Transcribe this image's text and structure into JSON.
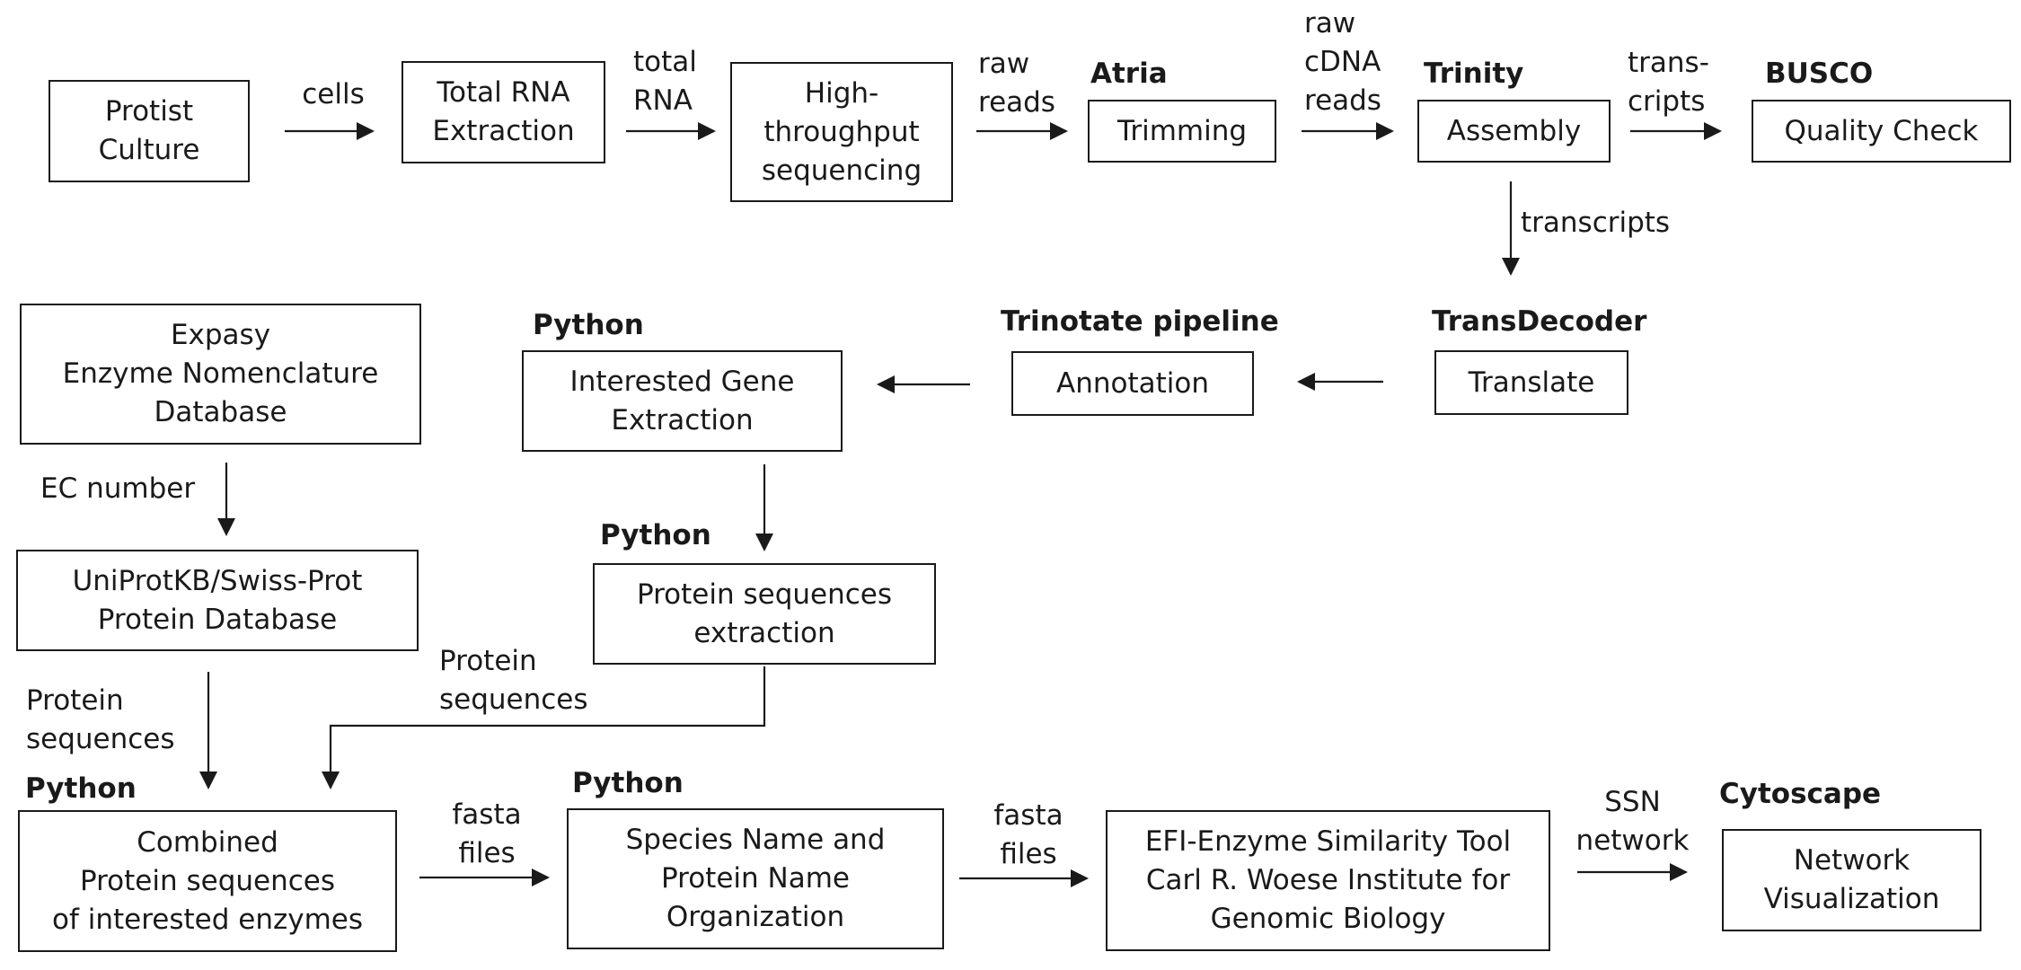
{
  "boxes": {
    "protist_culture": [
      "Protist",
      "Culture"
    ],
    "total_rna_extraction": [
      "Total RNA",
      "Extraction"
    ],
    "sequencing": [
      "High-",
      "throughput",
      "sequencing"
    ],
    "trimming": [
      "Trimming"
    ],
    "assembly": [
      "Assembly"
    ],
    "quality_check": [
      "Quality Check"
    ],
    "translate": [
      "Translate"
    ],
    "annotation": [
      "Annotation"
    ],
    "gene_extraction": [
      "Interested Gene",
      "Extraction"
    ],
    "expasy": [
      "Expasy",
      "Enzyme Nomenclature",
      "Database"
    ],
    "uniprot": [
      "UniProtKB/Swiss-Prot",
      "Protein Database"
    ],
    "protein_extraction": [
      "Protein sequences",
      "extraction"
    ],
    "combined": [
      "Combined",
      "Protein sequences",
      "of interested enzymes"
    ],
    "organization": [
      "Species Name and",
      "Protein Name",
      "Organization"
    ],
    "efi": [
      "EFI-Enzyme Similarity Tool",
      "Carl R. Woese Institute for",
      "Genomic Biology"
    ],
    "network_viz": [
      "Network",
      "Visualization"
    ]
  },
  "tools": {
    "atria": "Atria",
    "trinity": "Trinity",
    "busco": "BUSCO",
    "transdecoder": "TransDecoder",
    "trinotate": "Trinotate pipeline",
    "python_gene": "Python",
    "python_protein": "Python",
    "python_combined": "Python",
    "python_org": "Python",
    "cytoscape": "Cytoscape"
  },
  "labels": {
    "cells": [
      "cells"
    ],
    "total_rna": [
      "total",
      "RNA"
    ],
    "raw_reads": [
      "raw",
      "reads"
    ],
    "raw_cdna_reads": [
      "raw",
      "cDNA",
      "reads"
    ],
    "transcripts_top": [
      "trans-",
      "cripts"
    ],
    "transcripts_down": [
      "transcripts"
    ],
    "ec_number": [
      "EC number"
    ],
    "protein_seq_left": [
      "Protein",
      "sequences"
    ],
    "protein_seq_mid": [
      "Protein",
      "sequences"
    ],
    "fasta_files_1": [
      "fasta",
      "files"
    ],
    "fasta_files_2": [
      "fasta",
      "files"
    ],
    "ssn_network": [
      "SSN",
      "network"
    ]
  },
  "colors": {
    "ink": "#1a1a1a",
    "background": "#ffffff"
  }
}
